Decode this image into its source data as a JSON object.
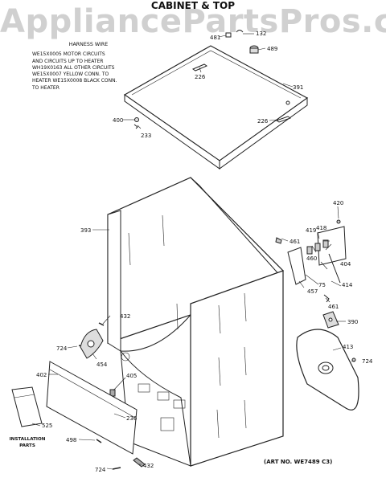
{
  "watermark": "AppliancePartsPros.com",
  "title": "CABINET & TOP",
  "harness": {
    "title": "HARNESS WIRE",
    "lines": [
      "WE15X0005 MOTOR CIRCUITS",
      "AND CIRCUITS UP TO HEATER",
      "WH19X0163 ALL OTHER CIRCUITS",
      "WE15X0007 YELLOW CONN. TO",
      "HEATER WE15X0008 BLACK CONN.",
      "TO HEATER"
    ]
  },
  "installation_label": [
    "INSTALLATION",
    "PARTS"
  ],
  "art_number": "(ART NO. WE7489 C3)",
  "part_labels": {
    "p481": "481",
    "p132": "132",
    "p489": "489",
    "p226a": "226",
    "p391": "391",
    "p400": "400",
    "p233": "233",
    "p226b": "226",
    "p420": "420",
    "p393": "393",
    "p461a": "461",
    "p419": "419",
    "p418": "418",
    "p460": "460",
    "p404": "404",
    "p75": "75",
    "p414": "414",
    "p457": "457",
    "p461b": "461",
    "p432a": "432",
    "p390": "390",
    "p413": "413",
    "p724a": "724",
    "p454": "454",
    "p405": "405",
    "p724b": "724",
    "p402": "402",
    "p525": "525",
    "p236": "236",
    "p498": "498",
    "p724c": "724",
    "p432b": "432"
  }
}
